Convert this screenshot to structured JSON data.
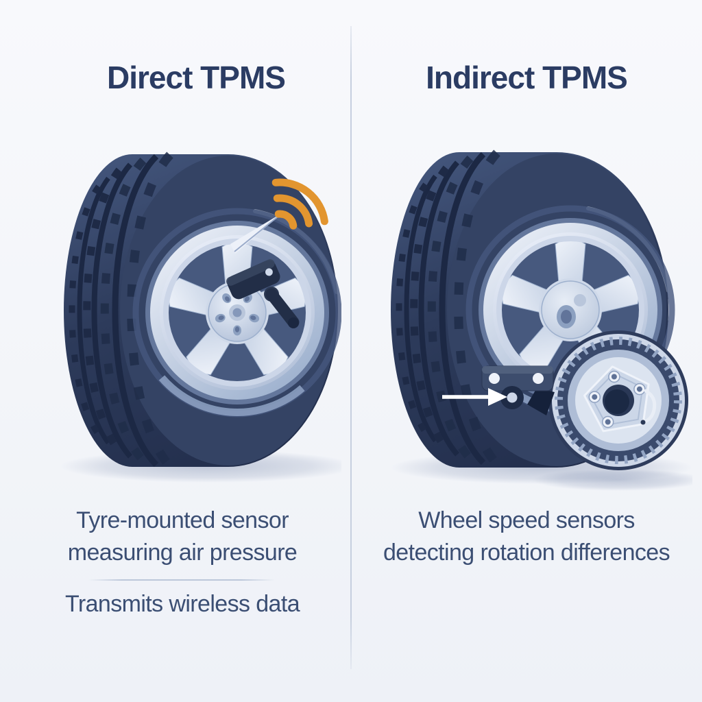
{
  "page": {
    "kind": "tpms-comparison-infographic"
  },
  "left": {
    "title": "Direct TPMS",
    "caption_primary": {
      "line1": "Tyre-mounted sensor",
      "line2": "measuring air pressure"
    },
    "caption_secondary": "Transmits wireless data",
    "illustration": {
      "label": "Tyre with valve-mounted pressure sensor emitting wireless signal",
      "icons": [
        "tire-wheel",
        "valve-stem",
        "tpms-valve-sensor",
        "wifi-signal-icon"
      ]
    }
  },
  "right": {
    "title": "Indirect TPMS",
    "caption_primary": {
      "line1": "Wheel speed sensors",
      "line2": "detecting rotation differences"
    },
    "illustration": {
      "label": "Tyre with ABS tone-ring hub and wheel speed sensor indicated by arrow",
      "icons": [
        "tire-wheel",
        "abs-tone-ring-hub",
        "wheel-speed-sensor",
        "pointer-arrow-icon"
      ]
    }
  },
  "colors": {
    "background_top": "#f8f9fc",
    "background_bottom": "#eef1f7",
    "divider": "#c6cfdf",
    "title_text": "#2b3c63",
    "caption_text": "#3b4e73",
    "tire_dark": "#2d3b59",
    "tire_groove": "#1c2844",
    "rim_light": "#dde4f1",
    "rim_shadow": "#8fa2c2",
    "sensor_dark": "#222e47",
    "wifi_orange": "#e2952f",
    "arrow_white": "#ffffff"
  }
}
